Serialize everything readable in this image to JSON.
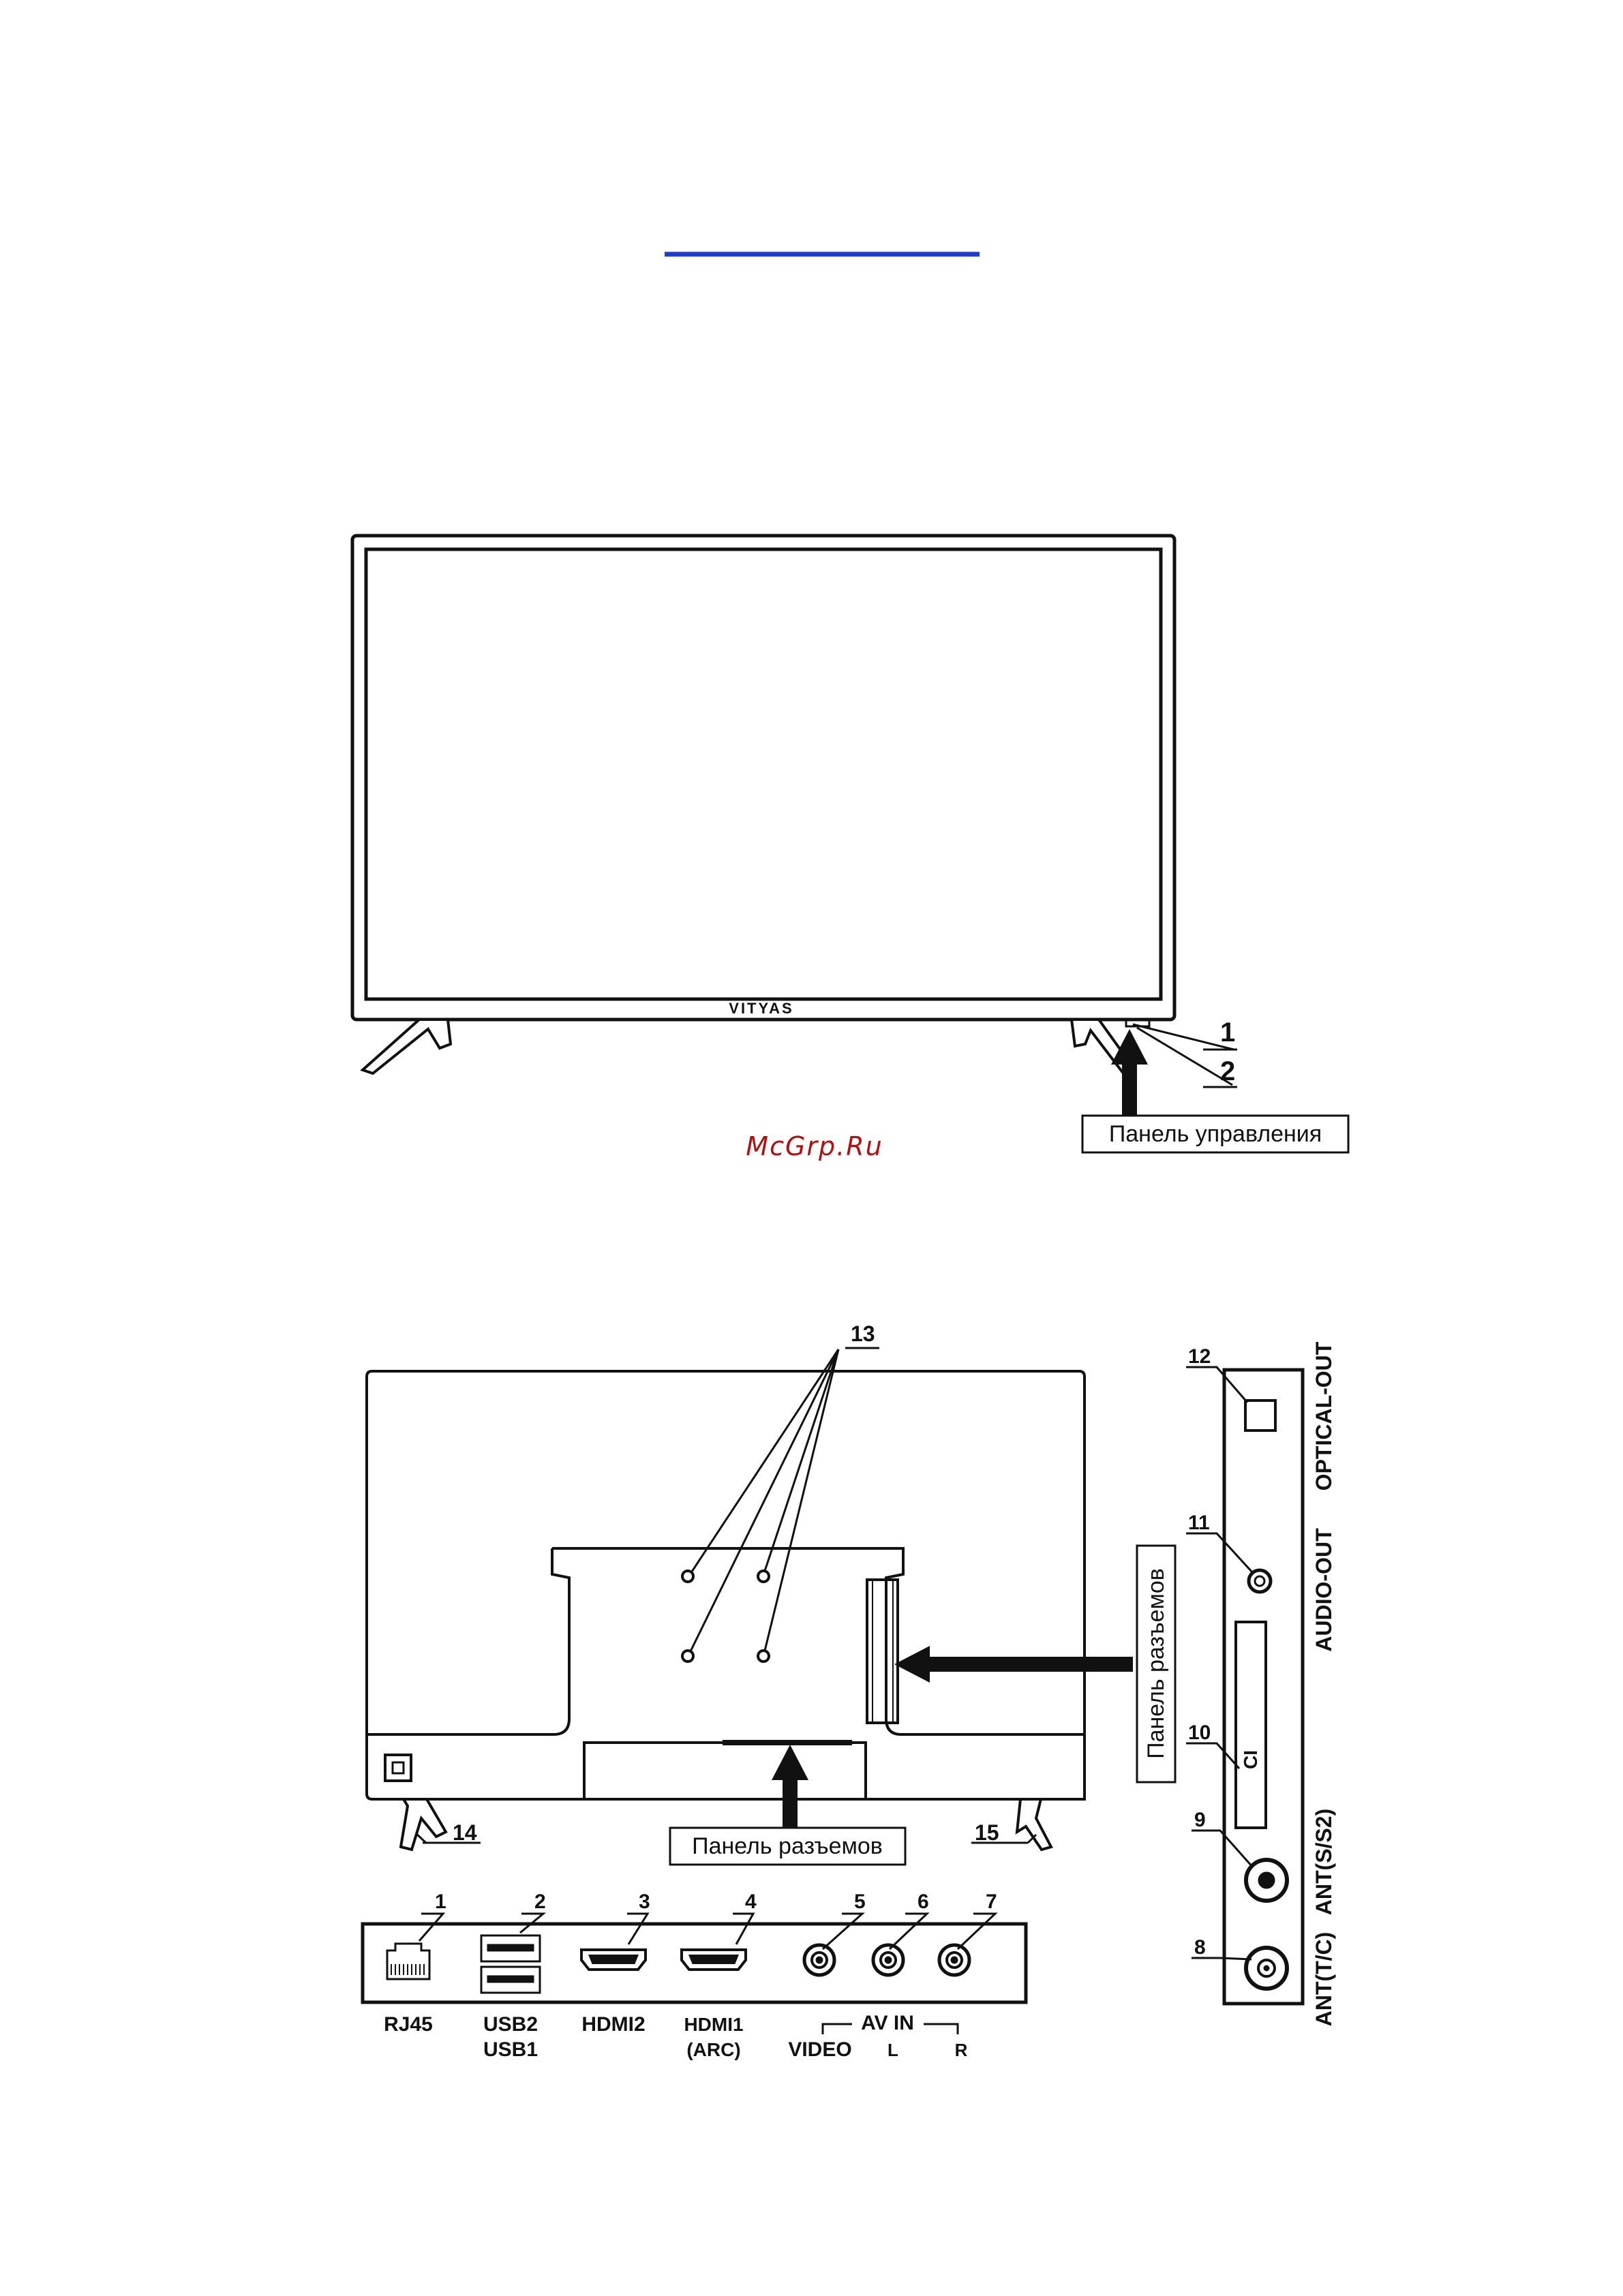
{
  "brand": "VITYAS",
  "watermark": "McGrp.Ru",
  "front": {
    "callouts": [
      "1",
      "2"
    ],
    "control_panel_label": "Панель управления"
  },
  "back": {
    "mount_holes_callout": "13",
    "stand_left_callout": "14",
    "stand_right_callout": "15",
    "bottom_panel_label": "Панель разъемов",
    "side_panel_label": "Панель разъемов"
  },
  "bottom_panel": {
    "callouts": [
      "1",
      "2",
      "3",
      "4",
      "5",
      "6",
      "7"
    ],
    "labels": {
      "rj45": "RJ45",
      "usb2": "USB2",
      "usb1": "USB1",
      "hdmi2": "HDMI2",
      "hdmi1": "HDMI1",
      "arc": "(ARC)",
      "av_in": "AV IN",
      "video": "VIDEO",
      "l": "L",
      "r": "R"
    }
  },
  "side_panel": {
    "callouts": [
      "12",
      "11",
      "10",
      "9",
      "8"
    ],
    "labels": {
      "optical_out": "OPTICAL-OUT",
      "audio_out": "AUDIO-OUT",
      "ci": "CI",
      "ant_s": "ANT(S/S2)",
      "ant_t": "ANT(T/C)"
    }
  },
  "colors": {
    "line": "#111111",
    "link": "#1a3ccf",
    "watermark": "#b01010"
  }
}
